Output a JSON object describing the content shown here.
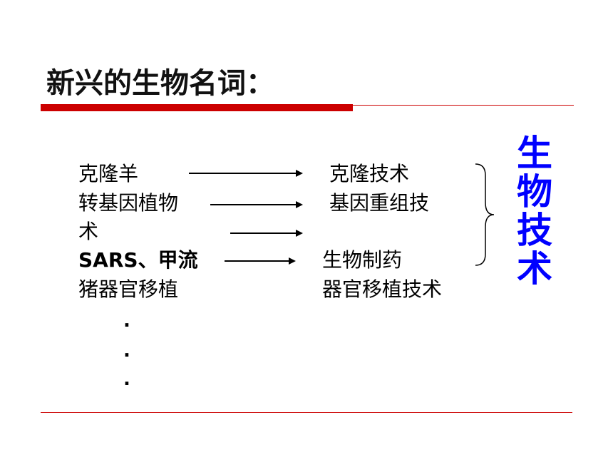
{
  "title": "新兴的生物名词：",
  "left_items": [
    "克隆羊",
    "转基因植物",
    "术",
    "SARS、甲流",
    "猪器官移植"
  ],
  "right_items": [
    "克隆技术",
    "基因重组技",
    "生物制药",
    "器官移植技术"
  ],
  "dots": [
    ".",
    ".",
    "."
  ],
  "vertical_label": [
    "生",
    "物",
    "技",
    "术"
  ],
  "colors": {
    "accent_red": "#cc0000",
    "label_blue": "#0000ff"
  }
}
